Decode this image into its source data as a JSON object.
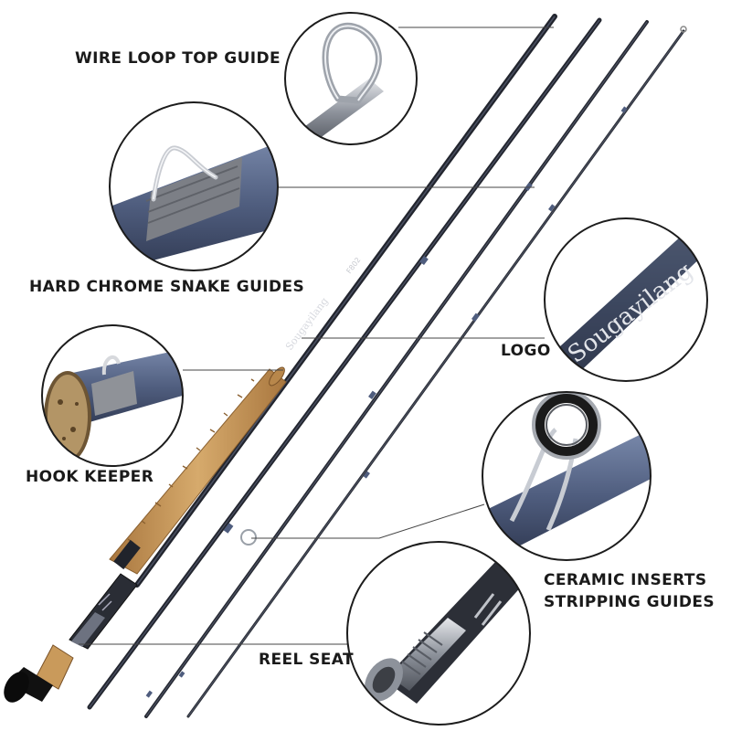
{
  "labels": {
    "wire_loop_top_guide": "WIRE LOOP TOP GUIDE",
    "hard_chrome_snake_guides": "HARD CHROME SNAKE GUIDES",
    "logo": "LOGO",
    "hook_keeper": "HOOK KEEPER",
    "ceramic_inserts_line1": "CERAMIC INSERTS",
    "ceramic_inserts_line2": "STRIPPING GUIDES",
    "reel_seat": "REEL SEAT"
  },
  "rod_print": {
    "brand": "Sougayilang",
    "model": "F802"
  },
  "colors": {
    "blank": "#2b2f3a",
    "wrap": "#5a6a8c",
    "cork": "#c99a5b",
    "chrome": "#b9bdc4",
    "line": "#444444"
  }
}
